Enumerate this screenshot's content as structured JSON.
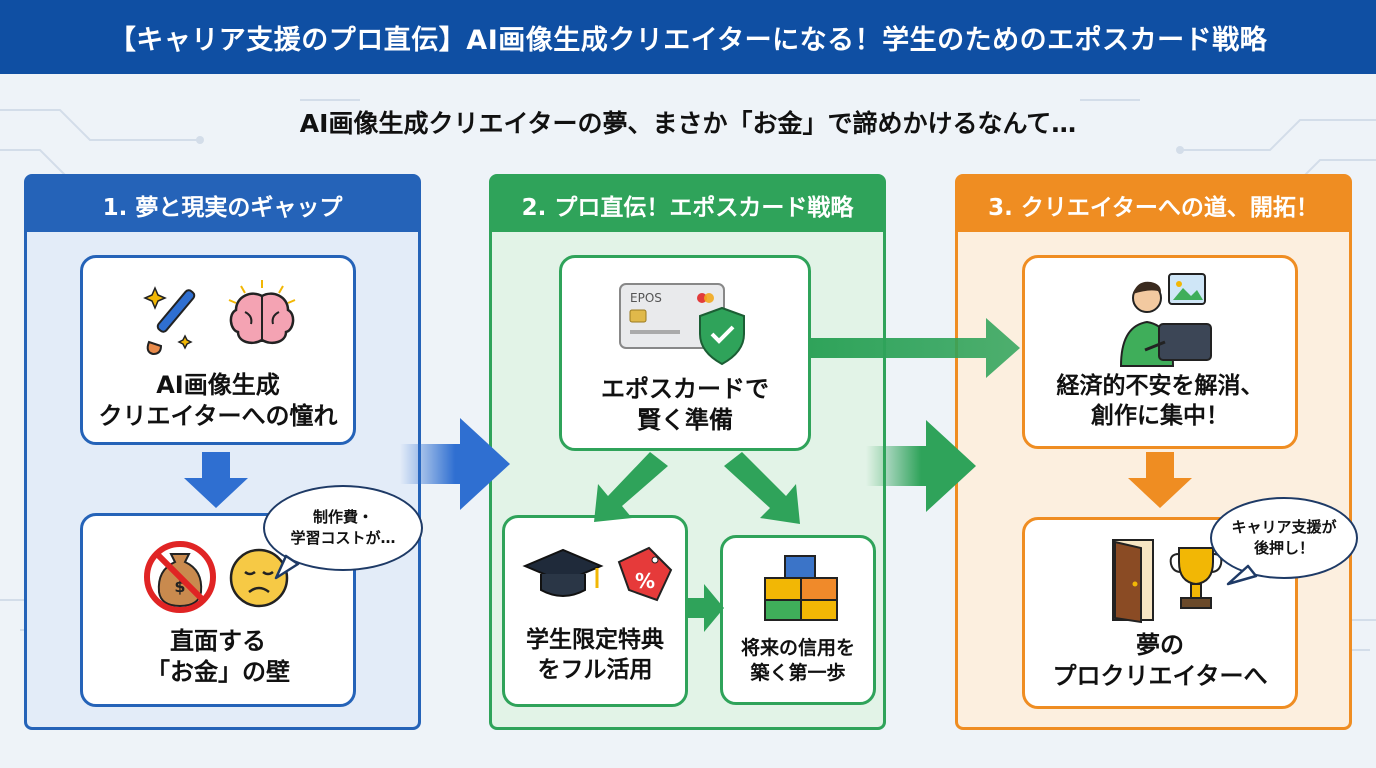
{
  "header": {
    "title": "【キャリア支援のプロ直伝】AI画像生成クリエイターになる！学生のためのエポスカード戦略"
  },
  "subtitle": "AI画像生成クリエイターの夢、まさか「お金」で諦めかけるなんて…",
  "panels": [
    {
      "title": "1. 夢と現実のギャップ",
      "cards": [
        {
          "lines": [
            "AI画像生成",
            "クリエイターへの憧れ"
          ]
        },
        {
          "lines": [
            "直面する",
            "「お金」の壁"
          ]
        }
      ],
      "bubble": [
        "制作費・",
        "学習コストが…"
      ]
    },
    {
      "title": "2. プロ直伝！エポスカード戦略",
      "card_logo": "EPOS",
      "cards": [
        {
          "lines": [
            "エポスカードで",
            "賢く準備"
          ]
        },
        {
          "lines": [
            "学生限定特典",
            "をフル活用"
          ]
        },
        {
          "lines": [
            "将来の信用を",
            "築く第一歩"
          ]
        }
      ]
    },
    {
      "title": "3. クリエイターへの道、開拓！",
      "cards": [
        {
          "lines": [
            "経済的不安を解消、",
            "創作に集中！"
          ]
        },
        {
          "lines": [
            "夢の",
            "プロクリエイターへ"
          ]
        }
      ],
      "bubble": [
        "キャリア支援が",
        "後押し！"
      ]
    }
  ],
  "colors": {
    "header": "#0f4fa3",
    "blue": "#2563b8",
    "green": "#2fa35a",
    "orange": "#ef8d22"
  }
}
